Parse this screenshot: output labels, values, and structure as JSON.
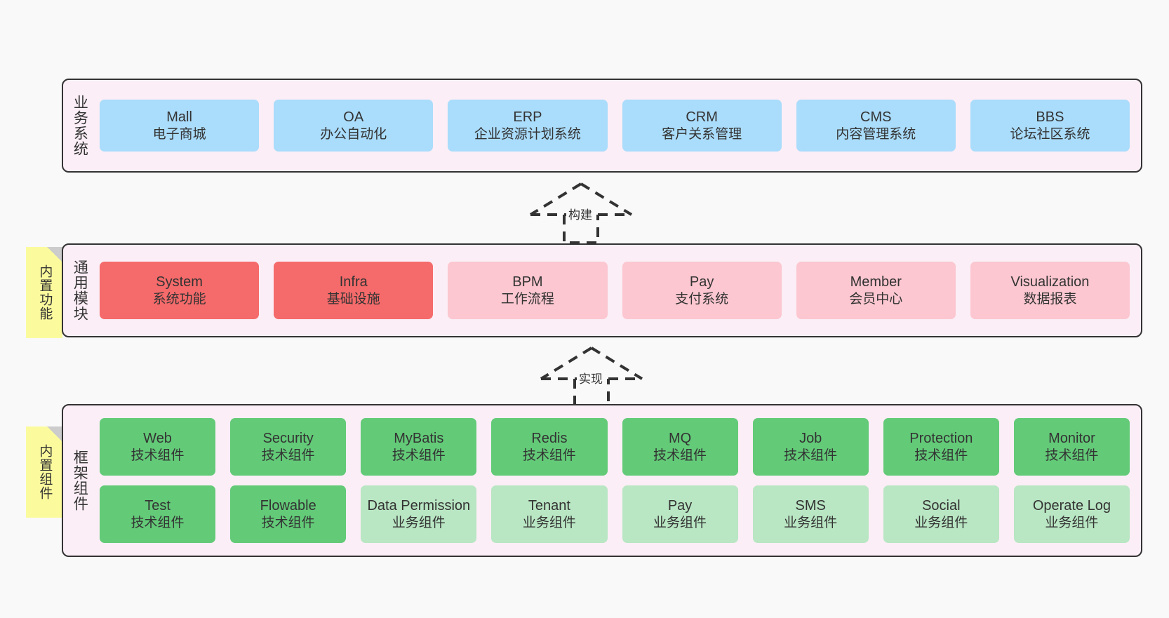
{
  "diagram": {
    "title_layers": [
      "业务系统",
      "通用模块",
      "框架组件"
    ],
    "background": "#f9f9f9",
    "layer_fill": "#fbeef6",
    "note_fill": "#fbfb9e",
    "colors": {
      "business": "#aadcfb",
      "module_core": "#f56a6a",
      "module_optional": "#fcc7d0",
      "tech_component": "#63ca78",
      "business_component": "#b9e6c3"
    }
  },
  "business_layer": {
    "label": "业务系统",
    "items": [
      {
        "en": "Mall",
        "cn": "电子商城"
      },
      {
        "en": "OA",
        "cn": "办公自动化"
      },
      {
        "en": "ERP",
        "cn": "企业资源计划系统"
      },
      {
        "en": "CRM",
        "cn": "客户关系管理"
      },
      {
        "en": "CMS",
        "cn": "内容管理系统"
      },
      {
        "en": "BBS",
        "cn": "论坛社区系统"
      }
    ]
  },
  "arrow_build": {
    "label": "构建"
  },
  "module_layer": {
    "label": "通用模块",
    "note": "内置功能",
    "items": [
      {
        "en": "System",
        "cn": "系统功能",
        "style": "core"
      },
      {
        "en": "Infra",
        "cn": "基础设施",
        "style": "core"
      },
      {
        "en": "BPM",
        "cn": "工作流程",
        "style": "optional"
      },
      {
        "en": "Pay",
        "cn": "支付系统",
        "style": "optional"
      },
      {
        "en": "Member",
        "cn": "会员中心",
        "style": "optional"
      },
      {
        "en": "Visualization",
        "cn": "数据报表",
        "style": "optional"
      }
    ]
  },
  "arrow_implement": {
    "label": "实现"
  },
  "framework_layer": {
    "label": "框架组件",
    "note": "内置组件",
    "row1": [
      {
        "en": "Web",
        "cn": "技术组件",
        "style": "tech"
      },
      {
        "en": "Security",
        "cn": "技术组件",
        "style": "tech"
      },
      {
        "en": "MyBatis",
        "cn": "技术组件",
        "style": "tech"
      },
      {
        "en": "Redis",
        "cn": "技术组件",
        "style": "tech"
      },
      {
        "en": "MQ",
        "cn": "技术组件",
        "style": "tech"
      },
      {
        "en": "Job",
        "cn": "技术组件",
        "style": "tech"
      },
      {
        "en": "Protection",
        "cn": "技术组件",
        "style": "tech"
      },
      {
        "en": "Monitor",
        "cn": "技术组件",
        "style": "tech"
      }
    ],
    "row2": [
      {
        "en": "Test",
        "cn": "技术组件",
        "style": "tech"
      },
      {
        "en": "Flowable",
        "cn": "技术组件",
        "style": "tech"
      },
      {
        "en": "Data Permission",
        "cn": "业务组件",
        "style": "business"
      },
      {
        "en": "Tenant",
        "cn": "业务组件",
        "style": "business"
      },
      {
        "en": "Pay",
        "cn": "业务组件",
        "style": "business"
      },
      {
        "en": "SMS",
        "cn": "业务组件",
        "style": "business"
      },
      {
        "en": "Social",
        "cn": "业务组件",
        "style": "business"
      },
      {
        "en": "Operate Log",
        "cn": "业务组件",
        "style": "business"
      }
    ]
  }
}
